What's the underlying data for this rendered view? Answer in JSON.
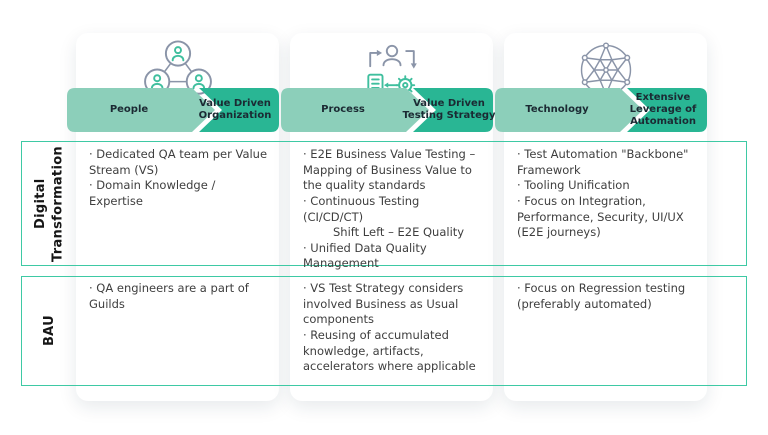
{
  "colors": {
    "arrow_light": "#8ccfba",
    "arrow_dark": "#29b694",
    "row_border": "#3ec9a4",
    "icon_gray": "#8a94a8",
    "icon_teal": "#3fbf9e",
    "body_text": "#3e3e3e"
  },
  "rows": [
    {
      "label": "Digital Transformation"
    },
    {
      "label": "BAU"
    }
  ],
  "columns": [
    {
      "icon": "people-network-icon",
      "stage_label": "People",
      "goal_lines": [
        "Value Driven",
        "Organization"
      ],
      "digital_transformation": [
        "· Dedicated QA team per Value Stream (VS)",
        "· Domain Knowledge / Expertise"
      ],
      "bau": [
        "· QA engineers are a part of Guilds"
      ]
    },
    {
      "icon": "process-workflow-icon",
      "stage_label": "Process",
      "goal_lines": [
        "Value Driven",
        "Testing Strategy"
      ],
      "digital_transformation": [
        "· E2E Business Value Testing – Mapping of Business Value to the quality standards",
        "· Continuous Testing (CI/CD/CT)",
        {
          "text": "Shift Left – E2E Quality",
          "indent": true
        },
        "· Unified Data Quality Management"
      ],
      "bau": [
        "· VS Test Strategy considers involved Business as Usual components",
        "· Reusing of accumulated knowledge, artifacts, accelerators where applicable"
      ]
    },
    {
      "icon": "automation-network-icon",
      "stage_label": "Technology",
      "goal_lines": [
        "Extensive",
        "Leverage of",
        "Automation"
      ],
      "digital_transformation": [
        "· Test Automation \"Backbone\" Framework",
        "· Tooling Unification",
        "· Focus on Integration, Performance, Security, UI/UX (E2E journeys)"
      ],
      "bau": [
        "· Focus on Regression testing (preferably automated)"
      ]
    }
  ]
}
